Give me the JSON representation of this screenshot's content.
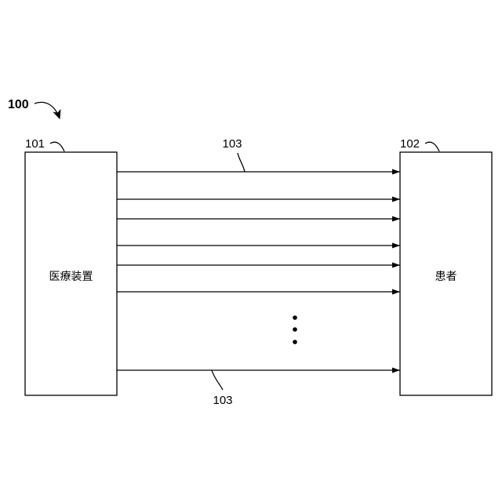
{
  "figure": {
    "ref": "100",
    "device": {
      "ref": "101",
      "label": "医療装置"
    },
    "patient": {
      "ref": "102",
      "label": "患者"
    },
    "channel_ref_top": "103",
    "channel_ref_bottom": "103",
    "channel_count_drawn": 7
  }
}
